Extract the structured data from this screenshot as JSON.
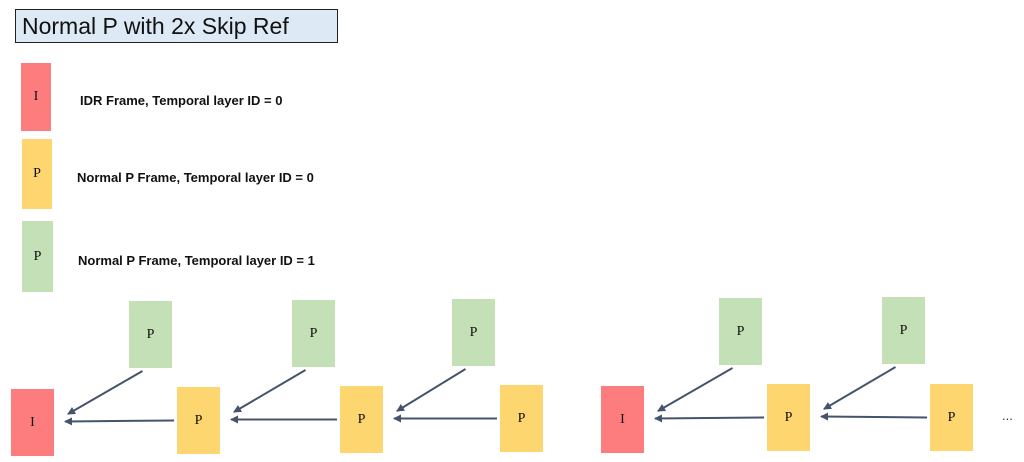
{
  "title": "Normal P with 2x Skip Ref",
  "colors": {
    "idr": "#fd7c7e",
    "p0": "#fed66f",
    "p1": "#c4e0b6",
    "arrow": "#44546a"
  },
  "legend": [
    {
      "type": "idr",
      "label": "I",
      "text": "IDR Frame, Temporal layer ID = 0"
    },
    {
      "type": "p0",
      "label": "P",
      "text": "Normal P Frame, Temporal layer ID = 0"
    },
    {
      "type": "p1",
      "label": "P",
      "text": "Normal P Frame, Temporal layer ID = 1"
    }
  ],
  "frames": [
    {
      "type": "idr",
      "label": "I"
    },
    {
      "type": "p1",
      "label": "P"
    },
    {
      "type": "p0",
      "label": "P"
    },
    {
      "type": "p1",
      "label": "P"
    },
    {
      "type": "p0",
      "label": "P"
    },
    {
      "type": "p1",
      "label": "P"
    },
    {
      "type": "p0",
      "label": "P"
    },
    {
      "type": "idr",
      "label": "I"
    },
    {
      "type": "p1",
      "label": "P"
    },
    {
      "type": "p0",
      "label": "P"
    },
    {
      "type": "p1",
      "label": "P"
    },
    {
      "type": "p0",
      "label": "P"
    }
  ],
  "references": [
    {
      "from": 1,
      "to": 0
    },
    {
      "from": 2,
      "to": 0
    },
    {
      "from": 3,
      "to": 2
    },
    {
      "from": 4,
      "to": 2
    },
    {
      "from": 5,
      "to": 4
    },
    {
      "from": 6,
      "to": 4
    },
    {
      "from": 8,
      "to": 7
    },
    {
      "from": 9,
      "to": 7
    },
    {
      "from": 10,
      "to": 9
    },
    {
      "from": 11,
      "to": 9
    }
  ],
  "continuation": "..."
}
